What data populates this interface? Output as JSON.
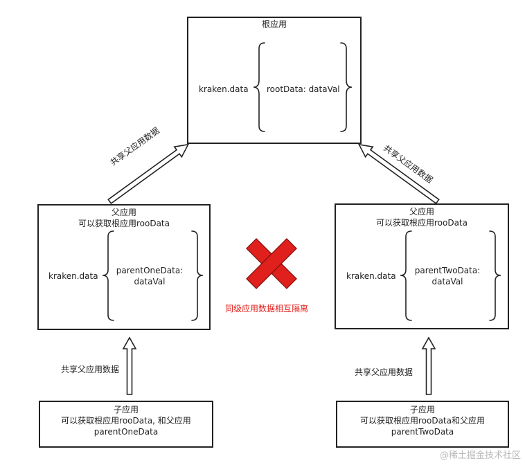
{
  "root": {
    "title": "根应用",
    "label": "kraken.data",
    "content": "rootData: dataVal"
  },
  "parent_left": {
    "title": "父应用",
    "subtitle": "可以获取根应用rooData",
    "label": "kraken.data",
    "content_line1": "parentOneData:",
    "content_line2": "dataVal"
  },
  "parent_right": {
    "title": "父应用",
    "subtitle": "可以获取根应用rooData",
    "label": "kraken.data",
    "content_line1": "parentTwoData:",
    "content_line2": "dataVal"
  },
  "child_left": {
    "title": "子应用",
    "line2": "可以获取根应用rooData, 和父应用",
    "line3": "parentOneData"
  },
  "child_right": {
    "title": "子应用",
    "line2": "可以获取根应用rooData和父应用",
    "line3": "parentTwoData"
  },
  "arrows": {
    "share_label_upper_left": "共享父应用数据",
    "share_label_upper_right": "共享父应用数据",
    "share_label_lower_left": "共享父应用数据",
    "share_label_lower_right": "共享父应用数据"
  },
  "isolation": {
    "icon": "red-x-icon",
    "label": "同级应用数据相互隔离",
    "color": "#e0201c"
  },
  "watermark": "@稀土掘金技术社区"
}
